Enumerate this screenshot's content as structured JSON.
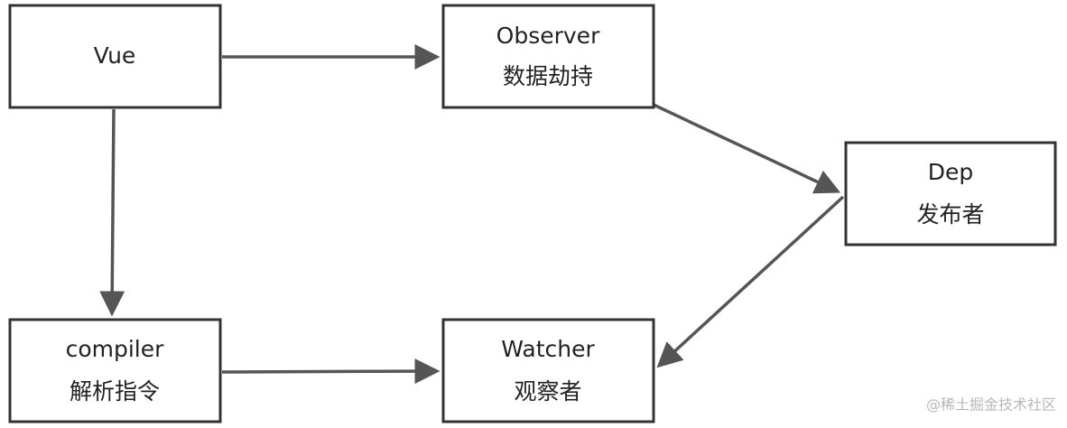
{
  "nodes": {
    "vue": {
      "line1": "Vue",
      "line2": ""
    },
    "observer": {
      "line1": "Observer",
      "line2": "数据劫持"
    },
    "dep": {
      "line1": "Dep",
      "line2": "发布者"
    },
    "compiler": {
      "line1": "compiler",
      "line2": "解析指令"
    },
    "watcher": {
      "line1": "Watcher",
      "line2": "观察者"
    }
  },
  "edges": [
    {
      "from": "vue",
      "to": "observer"
    },
    {
      "from": "vue",
      "to": "compiler"
    },
    {
      "from": "observer",
      "to": "dep"
    },
    {
      "from": "dep",
      "to": "watcher"
    },
    {
      "from": "compiler",
      "to": "watcher"
    }
  ],
  "watermark": "@稀土掘金技术社区",
  "colors": {
    "box_stroke": "#333333",
    "arrow": "#555555",
    "text": "#222222",
    "watermark": "#b8b8b8"
  }
}
